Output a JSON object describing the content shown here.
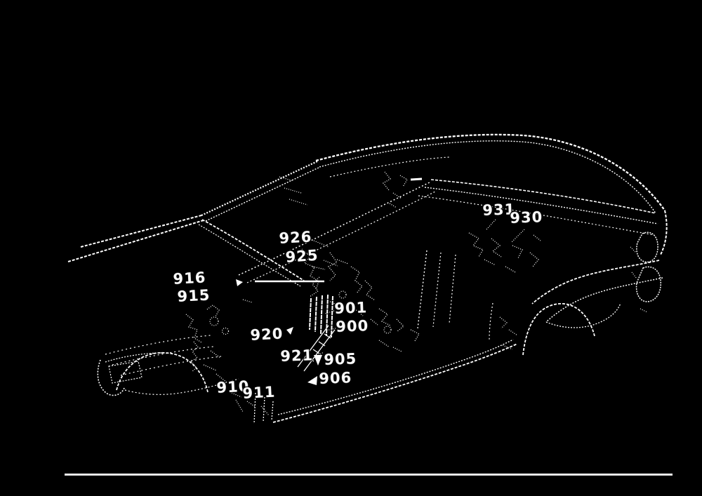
{
  "figure": {
    "type": "vehicle-parts-line-diagram",
    "description": "White-on-black exploded line drawing of a sports car body shell with numbered part callouts",
    "background_color": "#000000",
    "line_color": "#ffffff",
    "part_labels": [
      {
        "text": "926"
      },
      {
        "text": "925"
      },
      {
        "text": "916"
      },
      {
        "text": "915"
      },
      {
        "text": "931"
      },
      {
        "text": "930"
      },
      {
        "text": "901"
      },
      {
        "text": "900"
      },
      {
        "text": "920"
      },
      {
        "text": "921"
      },
      {
        "text": "905"
      },
      {
        "text": "906"
      },
      {
        "text": "910"
      },
      {
        "text": "911"
      }
    ],
    "ground_line": {
      "present": "true"
    }
  }
}
